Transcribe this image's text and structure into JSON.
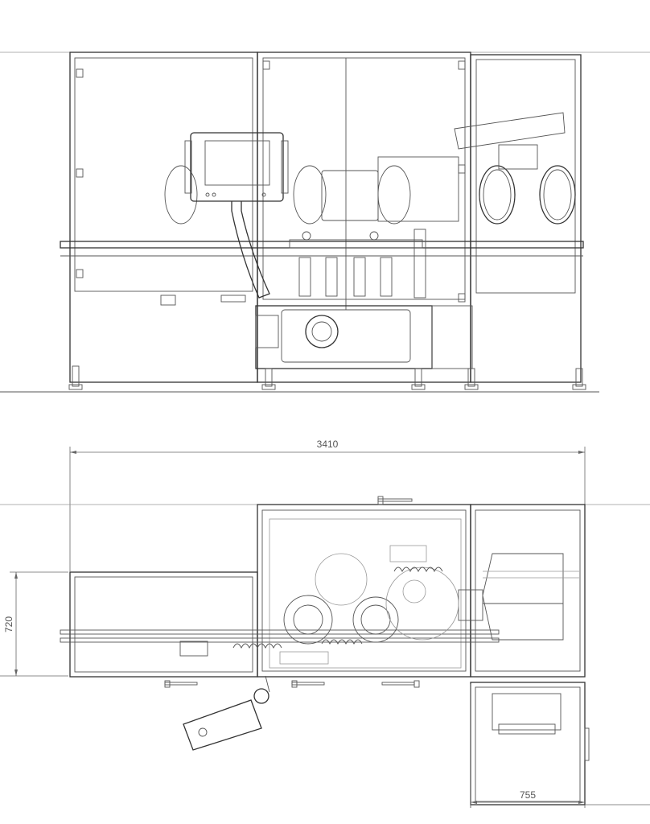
{
  "drawing": {
    "views": [
      "front-elevation",
      "top-plan"
    ],
    "dimensions": {
      "overall_length": "3410",
      "conveyor_width": "720",
      "side_unit_width": "755"
    },
    "line_color": "#333333",
    "background_color": "#ffffff"
  }
}
